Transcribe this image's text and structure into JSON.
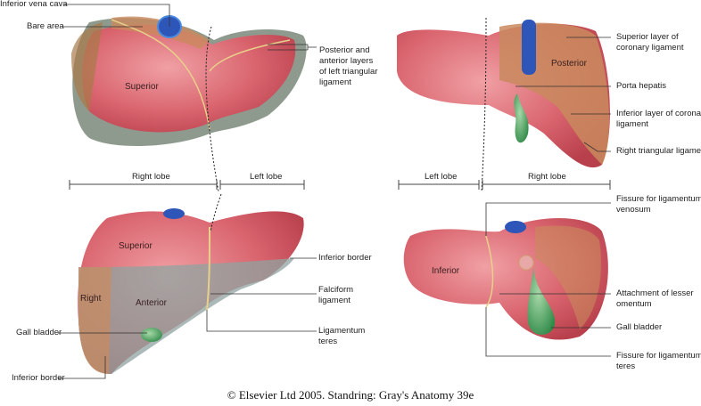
{
  "figures": {
    "superior_view": {
      "region": "Superior",
      "labels": {
        "ivc": "Inferior vena cava",
        "bare_area": "Bare area",
        "triangular": [
          "Posterior and",
          "anterior layers",
          "of left triangular",
          "ligament"
        ]
      },
      "scale": {
        "right": "Right lobe",
        "left": "Left lobe"
      }
    },
    "posterior_view": {
      "region": "Posterior",
      "labels": {
        "superior_coronary": [
          "Superior layer of",
          "coronary ligament"
        ],
        "porta": "Porta hepatis",
        "inferior_coronary": [
          "Inferior layer of coronary",
          "ligament"
        ],
        "right_triangular": "Right triangular ligament"
      },
      "scale": {
        "left": "Left lobe",
        "right": "Right lobe"
      }
    },
    "anterior_view": {
      "regions": {
        "superior": "Superior",
        "anterior": "Anterior",
        "right": "Right"
      },
      "labels": {
        "inferior_border_r": "Inferior border",
        "falciform": [
          "Falciform",
          "ligament"
        ],
        "teres": [
          "Ligamentum",
          "teres"
        ],
        "gall_bladder": "Gall bladder",
        "inferior_border_l": "Inferior border"
      }
    },
    "inferior_view": {
      "region": "Inferior",
      "labels": {
        "venosum": [
          "Fissure for ligamentum",
          "venosum"
        ],
        "lesser_omentum": [
          "Attachment of lesser",
          "omentum"
        ],
        "gall_bladder": "Gall bladder",
        "teres_fissure": [
          "Fissure for ligamentum",
          "teres"
        ]
      }
    }
  },
  "copyright": "© Elsevier Ltd 2005. Standring: Gray's Anatomy 39e",
  "colors": {
    "liver": "#d9646e",
    "bare": "#c98a5e",
    "grey": "#8f9a8e",
    "ivc": "#2e55b8",
    "gall": "#3a9a55"
  }
}
